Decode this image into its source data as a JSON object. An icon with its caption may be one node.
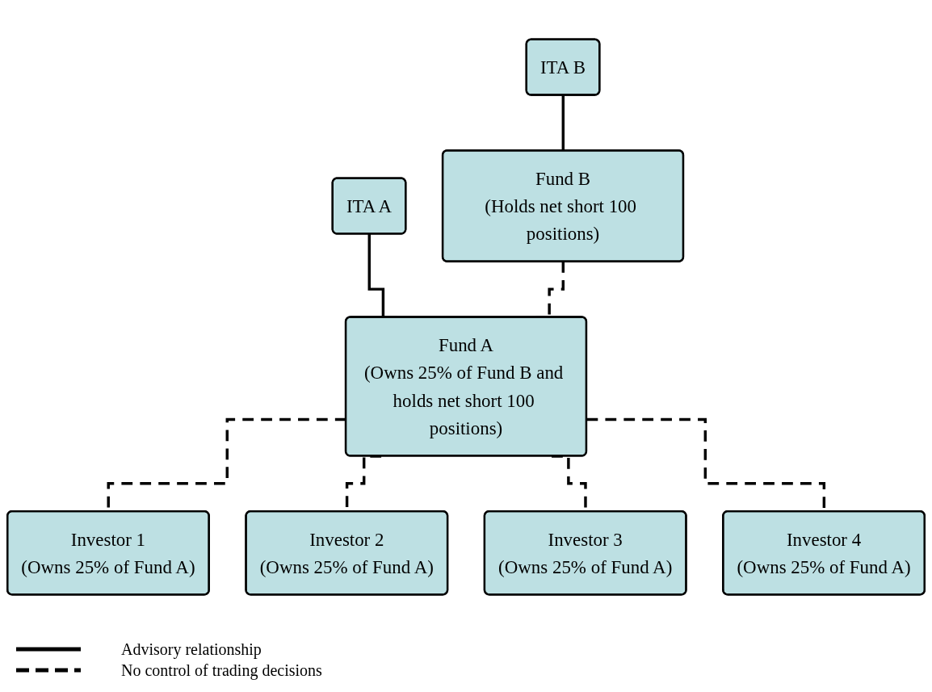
{
  "diagram": {
    "nodes": [
      {
        "text": [
          "ITA A"
        ]
      },
      {
        "text": [
          "ITA B"
        ]
      },
      {
        "text": [
          "Fund B",
          "(Holds net short 100 positions)"
        ]
      },
      {
        "text": [
          "Fund A",
          "(Owns 25% of Fund B and holds net short 100 positions)"
        ]
      },
      {
        "text": [
          "Investor 1",
          "(Owns 25% of Fund A)"
        ]
      },
      {
        "text": [
          "Investor 2",
          "(Owns 25% of Fund A)"
        ]
      },
      {
        "text": [
          "Investor 3",
          "(Owns 25% of Fund A)"
        ]
      },
      {
        "text": [
          "Investor 4",
          "(Owns 25% of Fund A)"
        ]
      }
    ],
    "edges": [
      {
        "from": 0,
        "to": 3,
        "arrow": "none"
      },
      {
        "from": 1,
        "to": 2,
        "arrow": "none"
      },
      {
        "from": 2,
        "to": 3,
        "arrow": "none",
        "style": "dashed"
      },
      {
        "from": 3,
        "to": 4,
        "arrow": "none",
        "style": "dashed"
      },
      {
        "from": 3,
        "to": 5,
        "arrow": "none",
        "style": "dashed"
      },
      {
        "from": 3,
        "to": 6,
        "arrow": "none",
        "style": "dashed"
      },
      {
        "from": 3,
        "to": 7,
        "arrow": "none",
        "style": "dashed"
      }
    ],
    "legend": [
      {
        "text": "Advisory relationship"
      },
      {
        "text": "No control of trading decisions"
      }
    ]
  }
}
